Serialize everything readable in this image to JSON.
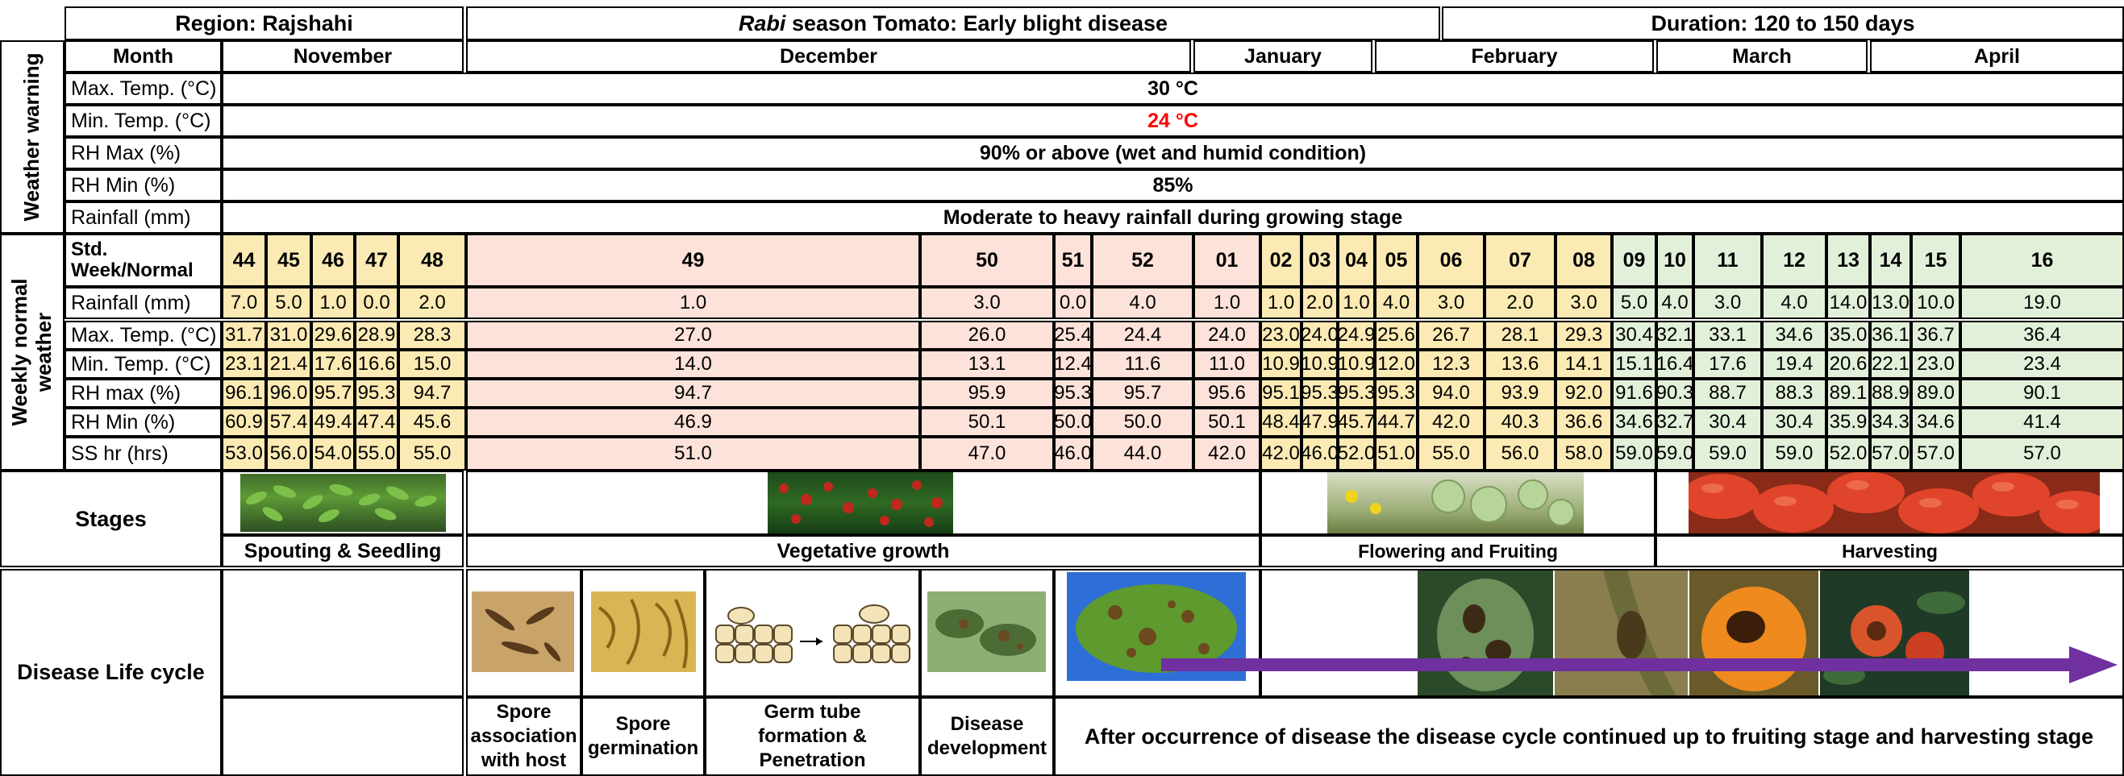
{
  "header": {
    "region_label": "Region",
    "region_value": "Rajshahi",
    "season_italic": "Rabi",
    "season_rest": " season Tomato: Early blight disease",
    "duration": "Duration: 120 to 150 days"
  },
  "sections": {
    "weather_warning": "Weather warning",
    "weekly_normal_weather": "Weekly normal weather"
  },
  "months": {
    "label": "Month",
    "names": [
      "November",
      "December",
      "January",
      "February",
      "March",
      "April"
    ]
  },
  "warning": {
    "rows": [
      {
        "label": "Max. Temp. (°C)",
        "value": "30 °C",
        "color": "#000000"
      },
      {
        "label": "Min. Temp. (°C)",
        "value": "24 °C",
        "color": "#ff0000"
      },
      {
        "label": "RH Max (%)",
        "value": "90% or above (wet and humid condition)",
        "color": "#000000"
      },
      {
        "label": "RH Min (%)",
        "value": "85%",
        "color": "#000000"
      },
      {
        "label": "Rainfall (mm)",
        "value": "Moderate to heavy rainfall during growing stage",
        "color": "#000000"
      }
    ]
  },
  "weekly": {
    "week_label": "Std. Week/Normal",
    "weeks": [
      "44",
      "45",
      "46",
      "47",
      "48",
      "49",
      "50",
      "51",
      "52",
      "01",
      "02",
      "03",
      "04",
      "05",
      "06",
      "07",
      "08",
      "09",
      "10",
      "11",
      "12",
      "13",
      "14",
      "15",
      "16"
    ],
    "rows": [
      {
        "label": "Rainfall (mm)",
        "values": [
          "7.0",
          "5.0",
          "1.0",
          "0.0",
          "2.0",
          "1.0",
          "3.0",
          "0.0",
          "4.0",
          "1.0",
          "1.0",
          "2.0",
          "1.0",
          "4.0",
          "3.0",
          "2.0",
          "3.0",
          "5.0",
          "4.0",
          "3.0",
          "4.0",
          "14.0",
          "13.0",
          "10.0",
          "19.0"
        ]
      },
      {
        "label": "Max. Temp. (°C)",
        "values": [
          "31.7",
          "31.0",
          "29.6",
          "28.9",
          "28.3",
          "27.0",
          "26.0",
          "25.4",
          "24.4",
          "24.0",
          "23.0",
          "24.0",
          "24.9",
          "25.6",
          "26.7",
          "28.1",
          "29.3",
          "30.4",
          "32.1",
          "33.1",
          "34.6",
          "35.0",
          "36.1",
          "36.7",
          "36.4"
        ]
      },
      {
        "label": "Min. Temp. (°C)",
        "values": [
          "23.1",
          "21.4",
          "17.6",
          "16.6",
          "15.0",
          "14.0",
          "13.1",
          "12.4",
          "11.6",
          "11.0",
          "10.9",
          "10.9",
          "10.9",
          "12.0",
          "12.3",
          "13.6",
          "14.1",
          "15.1",
          "16.4",
          "17.6",
          "19.4",
          "20.6",
          "22.1",
          "23.0",
          "23.4"
        ]
      },
      {
        "label": "RH max (%)",
        "values": [
          "96.1",
          "96.0",
          "95.7",
          "95.3",
          "94.7",
          "94.7",
          "95.9",
          "95.3",
          "95.7",
          "95.6",
          "95.1",
          "95.3",
          "95.3",
          "95.3",
          "94.0",
          "93.9",
          "92.0",
          "91.6",
          "90.3",
          "88.7",
          "88.3",
          "89.1",
          "88.9",
          "89.0",
          "90.1"
        ]
      },
      {
        "label": "RH Min (%)",
        "values": [
          "60.9",
          "57.4",
          "49.4",
          "47.4",
          "45.6",
          "46.9",
          "50.1",
          "50.0",
          "50.0",
          "50.1",
          "48.4",
          "47.9",
          "45.7",
          "44.7",
          "42.0",
          "40.3",
          "36.6",
          "34.6",
          "32.7",
          "30.4",
          "30.4",
          "35.9",
          "34.3",
          "34.6",
          "41.4"
        ]
      },
      {
        "label": "SS hr (hrs)",
        "values": [
          "53.0",
          "56.0",
          "54.0",
          "55.0",
          "55.0",
          "51.0",
          "47.0",
          "46.0",
          "44.0",
          "42.0",
          "42.0",
          "46.0",
          "52.0",
          "51.0",
          "55.0",
          "56.0",
          "58.0",
          "59.0",
          "59.0",
          "59.0",
          "59.0",
          "52.0",
          "57.0",
          "57.0",
          "57.0"
        ]
      }
    ],
    "colors": {
      "yellow": "#fbeab3",
      "pink": "#fde2d9",
      "green": "#e2f0d9"
    }
  },
  "stages": {
    "label": "Stages",
    "names": [
      "Spouting & Seedling",
      "Vegetative growth",
      "Flowering and Fruiting",
      "Harvesting"
    ]
  },
  "disease": {
    "label": "Disease Life cycle",
    "steps": [
      "Spore association with host",
      "Spore germination",
      "Germ tube formation & Penetration",
      "Disease development"
    ],
    "continuation": "After occurrence of disease the disease cycle continued up to fruiting stage and harvesting stage",
    "arrow_color": "#7030a0"
  }
}
